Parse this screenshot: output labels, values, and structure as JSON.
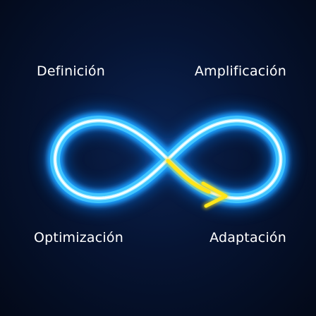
{
  "stages": {
    "top_left": "Definición",
    "top_right": "Amplificación",
    "bottom_left": "Optimización",
    "bottom_right": "Adaptación"
  },
  "colors": {
    "background": "#040a1c",
    "loop_core": "#e9fbff",
    "loop_glow": "#1ea0ff",
    "arrow": "#ffe61a",
    "text": "#ffffff"
  },
  "icons": {
    "loop": "infinity-icon",
    "arrow": "curved-arrow-icon"
  }
}
